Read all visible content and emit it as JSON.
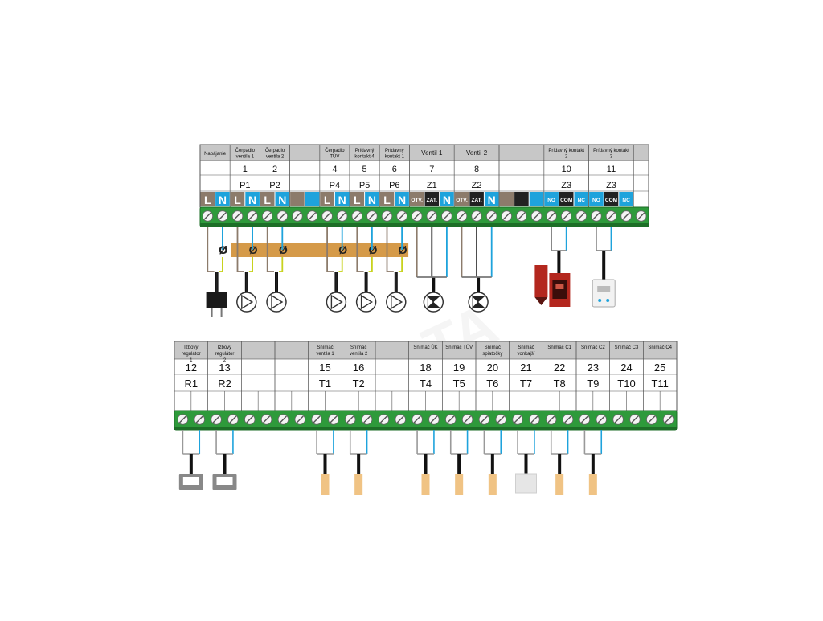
{
  "colors": {
    "brown": "#8c7b6b",
    "blue": "#1ea3dc",
    "black": "#222222",
    "green": "#2e9a3b",
    "green_dark": "#1d6e27",
    "gray_header": "#c7c7c7",
    "tan_bus": "#d59a49",
    "sensor_tan": "#f0c384",
    "boiler_red": "#b3271e",
    "wire_yellow": "#c8d21e"
  },
  "top": {
    "columns": [
      {
        "label": "Napájanie",
        "num": "",
        "code": "",
        "terms": [
          {
            "t": "L",
            "c": "brown"
          },
          {
            "t": "N",
            "c": "blue"
          }
        ]
      },
      {
        "label": "Čerpadlo ventila 1",
        "num": "1",
        "code": "P1",
        "terms": [
          {
            "t": "L",
            "c": "brown"
          },
          {
            "t": "N",
            "c": "blue"
          }
        ]
      },
      {
        "label": "Čerpadlo ventila 2",
        "num": "2",
        "code": "P2",
        "terms": [
          {
            "t": "L",
            "c": "brown"
          },
          {
            "t": "N",
            "c": "blue"
          }
        ]
      },
      {
        "label": "",
        "num": "",
        "code": "",
        "terms": [
          {
            "t": "",
            "c": "brown"
          },
          {
            "t": "",
            "c": "blue"
          }
        ]
      },
      {
        "label": "Čerpadlo TÚV",
        "num": "4",
        "code": "P4",
        "terms": [
          {
            "t": "L",
            "c": "brown"
          },
          {
            "t": "N",
            "c": "blue"
          }
        ]
      },
      {
        "label": "Prídavný kontakt 4",
        "num": "5",
        "code": "P5",
        "terms": [
          {
            "t": "L",
            "c": "brown"
          },
          {
            "t": "N",
            "c": "blue"
          }
        ]
      },
      {
        "label": "Prídavný kontakt 1",
        "num": "6",
        "code": "P6",
        "terms": [
          {
            "t": "L",
            "c": "brown"
          },
          {
            "t": "N",
            "c": "blue"
          }
        ]
      },
      {
        "label": "Ventil 1",
        "num": "7",
        "code": "Z1",
        "terms": [
          {
            "t": "OTV.",
            "c": "brown"
          },
          {
            "t": "ZAT.",
            "c": "black"
          },
          {
            "t": "N",
            "c": "blue"
          }
        ]
      },
      {
        "label": "Ventil 2",
        "num": "8",
        "code": "Z2",
        "terms": [
          {
            "t": "OTV.",
            "c": "brown"
          },
          {
            "t": "ZAT.",
            "c": "black"
          },
          {
            "t": "N",
            "c": "blue"
          }
        ]
      },
      {
        "label": "",
        "num": "",
        "code": "",
        "terms": [
          {
            "t": "",
            "c": "brown"
          },
          {
            "t": "",
            "c": "black"
          },
          {
            "t": "",
            "c": "blue"
          }
        ]
      },
      {
        "label": "Prídavný kontakt 2",
        "num": "10",
        "code": "Z3",
        "terms": [
          {
            "t": "NO",
            "c": "blue"
          },
          {
            "t": "COM",
            "c": "black"
          },
          {
            "t": "NC",
            "c": "blue"
          }
        ]
      },
      {
        "label": "Prídavný kontakt 3",
        "num": "11",
        "code": "Z3",
        "terms": [
          {
            "t": "NO",
            "c": "blue"
          },
          {
            "t": "COM",
            "c": "black"
          },
          {
            "t": "NC",
            "c": "blue"
          }
        ]
      }
    ],
    "devices": [
      "plug",
      "pump",
      "pump",
      "none",
      "pump",
      "pump",
      "pump",
      "valve",
      "valve",
      "none",
      "boiler",
      "heater"
    ],
    "bus_symbol": "Ø"
  },
  "bottom": {
    "columns": [
      {
        "label": "Izbový regulátor 1",
        "num": "12",
        "code": "R1",
        "device": "room"
      },
      {
        "label": "Izbový regulátor 2",
        "num": "13",
        "code": "R2",
        "device": "room"
      },
      {
        "label": "",
        "num": "",
        "code": "",
        "device": "none"
      },
      {
        "label": "",
        "num": "",
        "code": "",
        "device": "none"
      },
      {
        "label": "Snímač ventila 1",
        "num": "15",
        "code": "T1",
        "device": "sensor"
      },
      {
        "label": "Snímač ventila 2",
        "num": "16",
        "code": "T2",
        "device": "sensor"
      },
      {
        "label": "",
        "num": "",
        "code": "",
        "device": "none"
      },
      {
        "label": "Snímač ÚK",
        "num": "18",
        "code": "T4",
        "device": "sensor"
      },
      {
        "label": "Snímač TÚV",
        "num": "19",
        "code": "T5",
        "device": "sensor"
      },
      {
        "label": "Snímač spiatočky",
        "num": "20",
        "code": "T6",
        "device": "sensor"
      },
      {
        "label": "Snímač vonkajší",
        "num": "21",
        "code": "T7",
        "device": "outdoor"
      },
      {
        "label": "Snímač C1",
        "num": "22",
        "code": "T8",
        "device": "sensor"
      },
      {
        "label": "Snímač C2",
        "num": "23",
        "code": "T9",
        "device": "sensor"
      },
      {
        "label": "Snímač C3",
        "num": "24",
        "code": "T10",
        "device": "none"
      },
      {
        "label": "Snímač C4",
        "num": "25",
        "code": "T11",
        "device": "none"
      }
    ]
  },
  "watermark": "DELTA"
}
